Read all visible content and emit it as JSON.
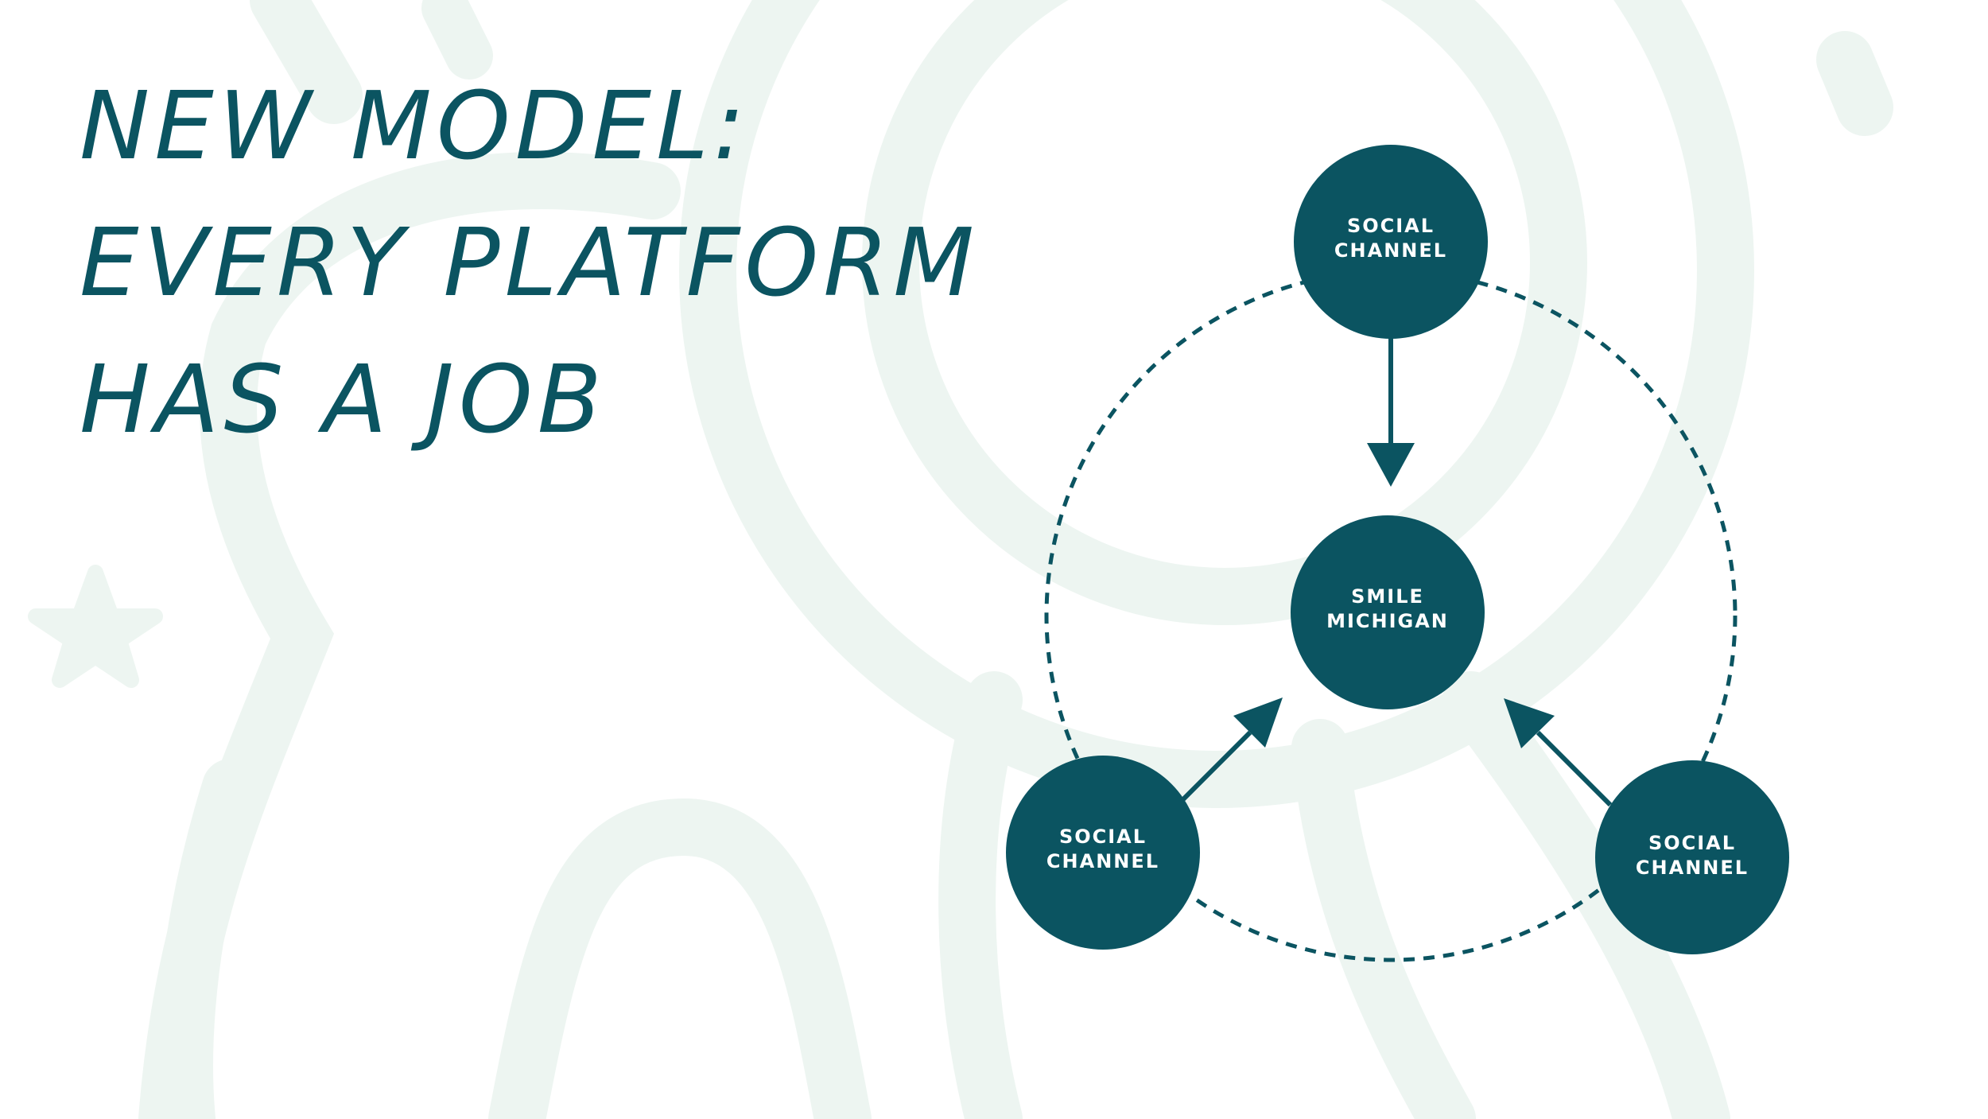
{
  "title": {
    "line1": "NEW MODEL:",
    "line2": "EVERY PLATFORM",
    "line3": "HAS A JOB"
  },
  "colors": {
    "primary": "#0b5461",
    "background_art": "#edf5f1",
    "background": "#ffffff"
  },
  "diagram": {
    "center": {
      "line1": "SMILE",
      "line2": "MICHIGAN"
    },
    "top": {
      "line1": "SOCIAL",
      "line2": "CHANNEL"
    },
    "left": {
      "line1": "SOCIAL",
      "line2": "CHANNEL"
    },
    "right": {
      "line1": "SOCIAL",
      "line2": "CHANNEL"
    }
  }
}
